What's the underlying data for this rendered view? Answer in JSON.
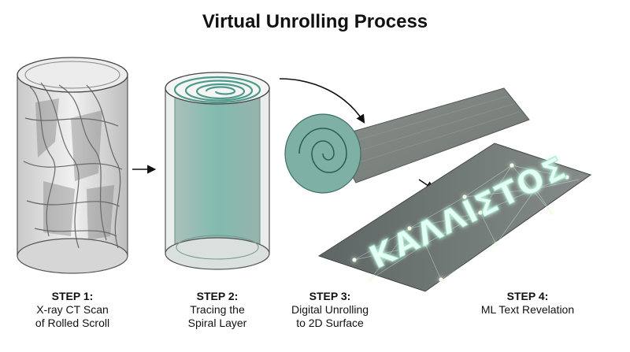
{
  "title": "Virtual Unrolling Process",
  "steps": [
    {
      "label": "STEP 1:",
      "line1": "X-ray CT Scan",
      "line2": "of Rolled Scroll"
    },
    {
      "label": "STEP 2:",
      "line1": "Tracing the",
      "line2": "Spiral Layer"
    },
    {
      "label": "STEP 3:",
      "line1": "Digital Unrolling",
      "line2": "to 2D Surface"
    },
    {
      "label": "STEP 4:",
      "line1": "ML Text Revelation",
      "line2": ""
    }
  ],
  "revealed_text": "ΚΑΛΛΙΣΤΟΣ",
  "colors": {
    "teal": "#5fb3a3",
    "scroll_gray": "#7d8480",
    "glow": "#d8fff0"
  }
}
